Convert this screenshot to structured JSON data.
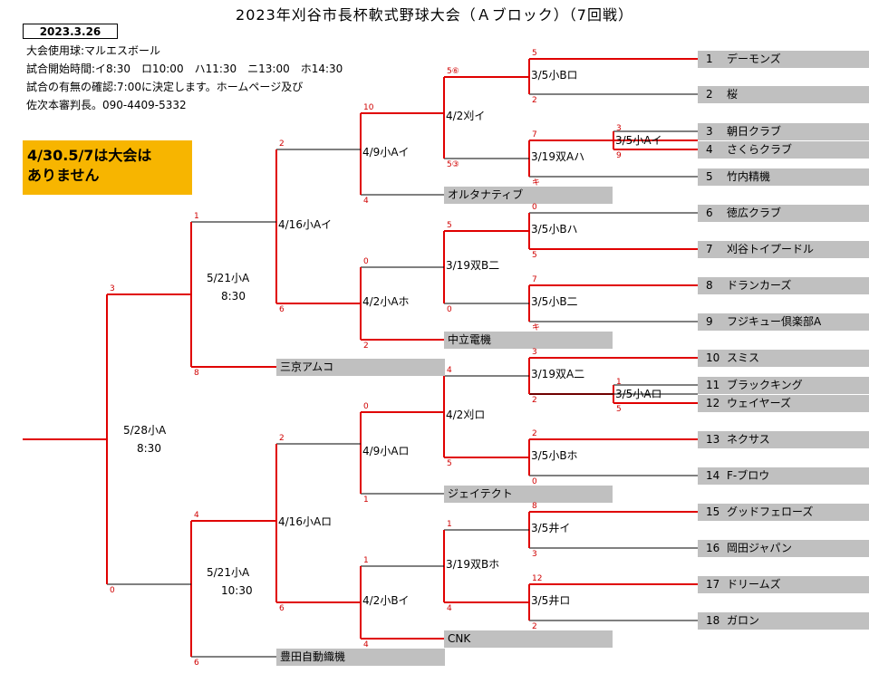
{
  "title": "2023年刈谷市長杯軟式野球大会（Ａブロック）（7回戦）",
  "date_box": "2023.3.26",
  "info_lines": [
    "大会使用球:マルエスボール",
    "試合開始時間:イ8:30　ロ10:00　ハ11:30　ニ13:00　ホ14:30",
    "試合の有無の確認:7:00に決定します。ホームページ及び",
    "佐次本審判長。090-4409-5332"
  ],
  "notice": [
    "4/30.5/7は大会は",
    "ありません"
  ],
  "colors": {
    "win_line": "#e00000",
    "lose_line": "#000000",
    "team_fill": "#c0c0c0",
    "notice_bg": "#f7b500"
  },
  "teams": [
    {
      "num": "1",
      "name": "デーモンズ"
    },
    {
      "num": "2",
      "name": "桜"
    },
    {
      "num": "3",
      "name": "朝日クラブ"
    },
    {
      "num": "4",
      "name": "さくらクラブ"
    },
    {
      "num": "5",
      "name": "竹内精機"
    },
    {
      "num": "6",
      "name": "徳広クラブ"
    },
    {
      "num": "7",
      "name": "刈谷トイプードル"
    },
    {
      "num": "8",
      "name": "ドランカーズ"
    },
    {
      "num": "9",
      "name": "フジキュー倶楽部A"
    },
    {
      "num": "10",
      "name": "スミス"
    },
    {
      "num": "11",
      "name": "ブラックキング"
    },
    {
      "num": "12",
      "name": "ウェイヤーズ"
    },
    {
      "num": "13",
      "name": "ネクサス"
    },
    {
      "num": "14",
      "name": "F-ブロウ"
    },
    {
      "num": "15",
      "name": "グッドフェローズ"
    },
    {
      "num": "16",
      "name": "岡田ジャパン"
    },
    {
      "num": "17",
      "name": "ドリームズ"
    },
    {
      "num": "18",
      "name": "ガロン"
    }
  ],
  "seeds": [
    {
      "name": "オルタナティブ"
    },
    {
      "name": "中立電機"
    },
    {
      "name": "三京アムコ"
    },
    {
      "name": "ジェイテクト"
    },
    {
      "name": "CNK"
    },
    {
      "name": "豊田自動織機"
    }
  ],
  "matches": {
    "r1a": "3/5小Aイ",
    "r1b": "3/5小Aロ",
    "r2": [
      "3/5小Bロ",
      "3/19双Aハ",
      "3/5小Bハ",
      "3/5小B二",
      "3/19双A二",
      "3/5小Bホ",
      "3/5井イ",
      "3/5井ロ"
    ],
    "r3": [
      "4/2刈イ",
      "3/19双B二",
      "4/2刈ロ",
      "3/19双Bホ"
    ],
    "r4": [
      "4/9小Aイ",
      "4/2小Aホ",
      "4/9小Aロ",
      "4/2小Bイ"
    ],
    "r5": [
      "4/16小Aイ",
      "4/16小Aロ"
    ],
    "r6": [
      [
        "5/21小A",
        "8:30"
      ],
      [
        "5/21小A",
        "10:30"
      ]
    ],
    "final": [
      "5/28小A",
      "8:30"
    ]
  },
  "scores": {
    "r1a": [
      "3",
      "9"
    ],
    "r1b": [
      "1",
      "5"
    ],
    "r2": [
      [
        "5",
        "2"
      ],
      [
        "7",
        "キ"
      ],
      [
        "0",
        "5"
      ],
      [
        "7",
        "キ"
      ],
      [
        "3",
        "2"
      ],
      [
        "2",
        "0"
      ],
      [
        "8",
        "3"
      ],
      [
        "12",
        "2"
      ]
    ],
    "r3": [
      [
        "5⑥",
        "5③"
      ],
      [
        "5",
        "0"
      ],
      [
        "4",
        "5"
      ],
      [
        "1",
        "4"
      ]
    ],
    "r4": [
      [
        "10",
        "4"
      ],
      [
        "0",
        "2"
      ],
      [
        "0",
        "1"
      ],
      [
        "1",
        "4"
      ]
    ],
    "r5": [
      [
        "2",
        "6"
      ],
      [
        "2",
        "6"
      ]
    ],
    "r6": [
      [
        "1",
        "8"
      ],
      [
        "4",
        "6"
      ]
    ],
    "final": [
      "3",
      "0"
    ]
  }
}
